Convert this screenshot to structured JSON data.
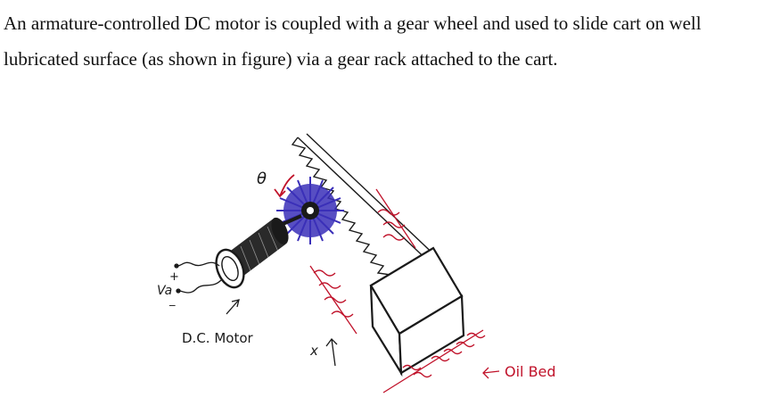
{
  "paragraph": "An armature-controlled DC motor is coupled with a gear wheel and used to slide cart on well lubricated surface (as shown in figure) via a gear rack attached to the cart.",
  "figure": {
    "labels": {
      "theta": "θ",
      "voltage": "Va",
      "plus": "+",
      "minus": "_",
      "motor": "D.C. Motor",
      "displacement": "x",
      "oil_bed": "Oil Bed"
    },
    "colors": {
      "ink": "#1a1a1a",
      "gear": "#3a2fb8",
      "oil": "#c0122a"
    }
  }
}
